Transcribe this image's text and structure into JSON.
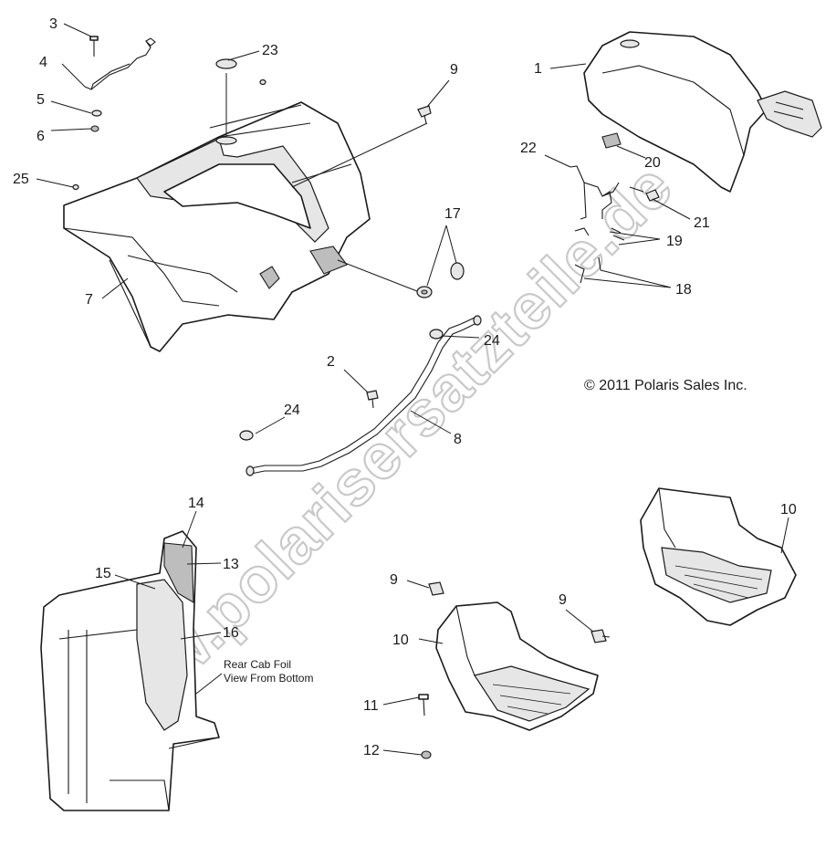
{
  "callouts": [
    {
      "label": "1"
    },
    {
      "label": "2"
    },
    {
      "label": "3"
    },
    {
      "label": "4"
    },
    {
      "label": "5"
    },
    {
      "label": "6"
    },
    {
      "label": "7"
    },
    {
      "label": "8"
    },
    {
      "label": "9"
    },
    {
      "label": "9"
    },
    {
      "label": "9"
    },
    {
      "label": "10"
    },
    {
      "label": "10"
    },
    {
      "label": "11"
    },
    {
      "label": "12"
    },
    {
      "label": "13"
    },
    {
      "label": "14"
    },
    {
      "label": "15"
    },
    {
      "label": "16"
    },
    {
      "label": "17"
    },
    {
      "label": "18"
    },
    {
      "label": "19"
    },
    {
      "label": "20"
    },
    {
      "label": "21"
    },
    {
      "label": "22"
    },
    {
      "label": "23"
    },
    {
      "label": "24"
    },
    {
      "label": "24"
    },
    {
      "label": "25"
    }
  ],
  "note": {
    "line1": "Rear Cab Foil",
    "line2": "View From Bottom"
  },
  "copyright": "© 2011 Polaris Sales Inc.",
  "watermark": "www.polarisersatzteile.de"
}
